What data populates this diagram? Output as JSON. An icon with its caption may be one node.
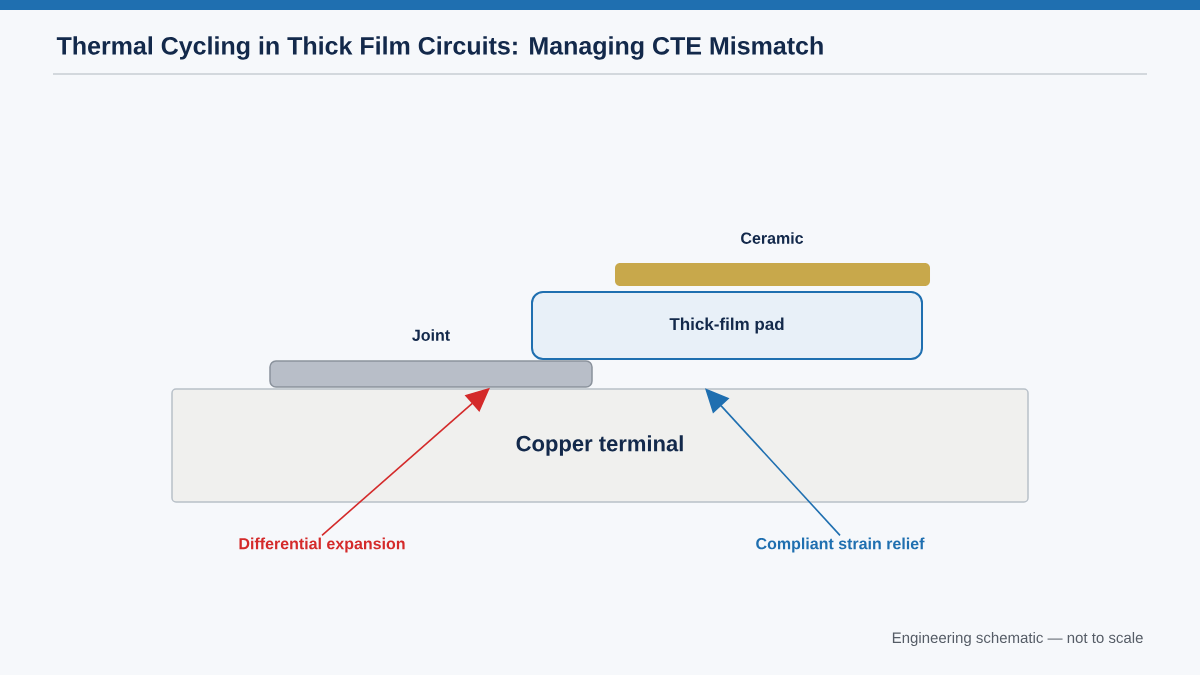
{
  "diagram": {
    "title": "Thermal Cycling in Thick Film Circuits: Managing CTE Mismatch",
    "nodes": [
      {
        "text": [
          "Ceramic"
        ]
      },
      {
        "text": [
          "Thick-film pad"
        ]
      },
      {
        "text": [
          "Joint"
        ]
      },
      {
        "text": [
          "Copper terminal"
        ]
      },
      {
        "text": [
          "Differential expansion"
        ]
      },
      {
        "text": [
          "Compliant strain relief"
        ]
      }
    ],
    "edges": [
      {
        "from": 4,
        "to": 2,
        "arrow": "to",
        "color": "#d42a2a"
      },
      {
        "from": 5,
        "to": 3,
        "arrow": "to",
        "color": "#1f6fb0"
      }
    ],
    "labels": [
      "Engineering schematic — not to scale"
    ]
  }
}
